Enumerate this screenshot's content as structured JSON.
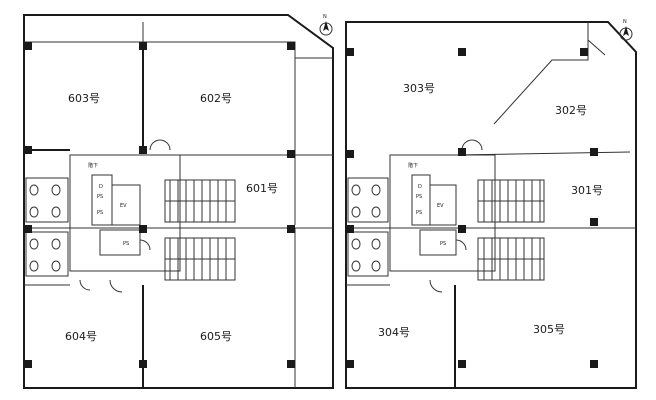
{
  "compass_label": "N",
  "floor6": {
    "rooms": [
      "603号",
      "602号",
      "601号",
      "604号",
      "605号"
    ],
    "core": {
      "stair": "階下",
      "ev": "EV",
      "ps": "PS",
      "ps2": "PS",
      "d": "D",
      "ps_small": "PS"
    }
  },
  "floor3": {
    "rooms": [
      "303号",
      "302号",
      "301号",
      "304号",
      "305号"
    ],
    "core": {
      "stair": "階下",
      "ev": "EV",
      "ps": "PS",
      "ps2": "PS",
      "d": "D",
      "ps_small": "PS"
    }
  }
}
